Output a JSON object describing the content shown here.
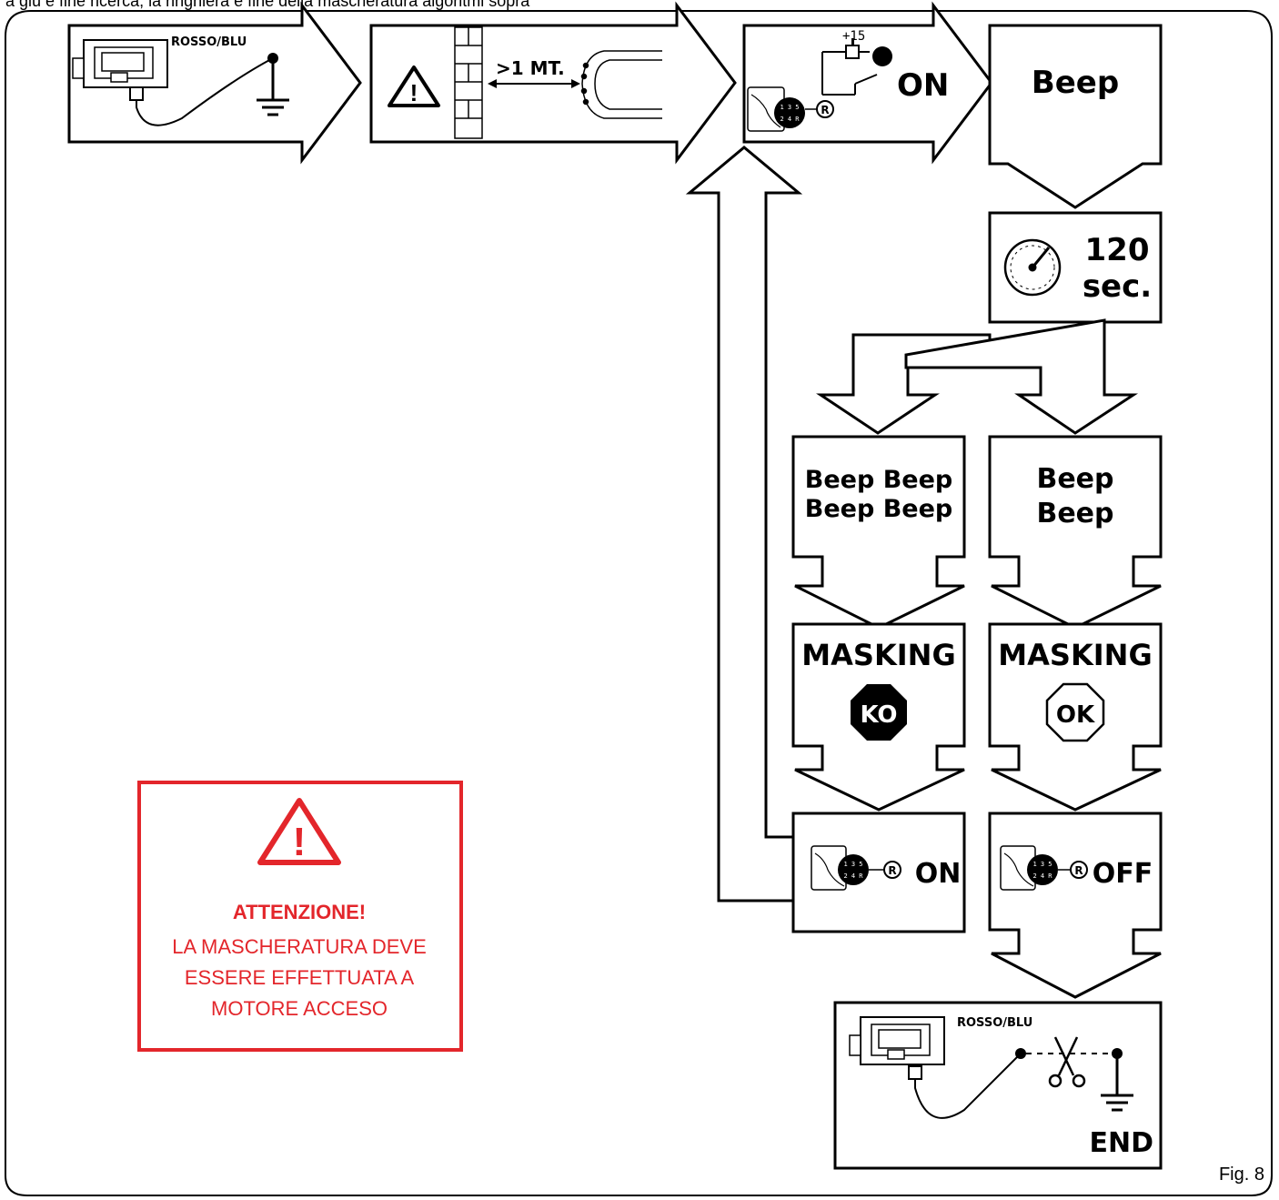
{
  "header_fragment": "a giù e fine ricerca, la ringhiera e fine della mascheratura algoritmi sopra",
  "step_top_1": {
    "wire_label": "ROSSO/BLU"
  },
  "step_top_2": {
    "distance_label": ">1 MT."
  },
  "step_top_3": {
    "voltage_label": "+15",
    "state_label": "ON",
    "gear_r": "R"
  },
  "step_beep": {
    "label": "Beep"
  },
  "step_timer": {
    "value": "120",
    "unit": "sec."
  },
  "branch_left": {
    "beeps_line1": "Beep Beep",
    "beeps_line2": "Beep Beep",
    "masking_label": "MASKING",
    "result_label": "KO",
    "action_label": "ON",
    "gear_r": "R"
  },
  "branch_right": {
    "beeps_line1": "Beep",
    "beeps_line2": "Beep",
    "masking_label": "MASKING",
    "result_label": "OK",
    "action_label": "OFF",
    "gear_r": "R"
  },
  "step_end": {
    "wire_label": "ROSSO/BLU",
    "end_label": "END"
  },
  "warning": {
    "title": "ATTENZIONE!",
    "line1": "LA MASCHERATURA DEVE",
    "line2": "ESSERE EFFETTUATA A",
    "line3": "MOTORE ACCESO",
    "color": "#e3262b"
  },
  "figure_label": "Fig. 8",
  "gear_digits": {
    "top": "1 3 5",
    "bottom": "2 4 R"
  }
}
